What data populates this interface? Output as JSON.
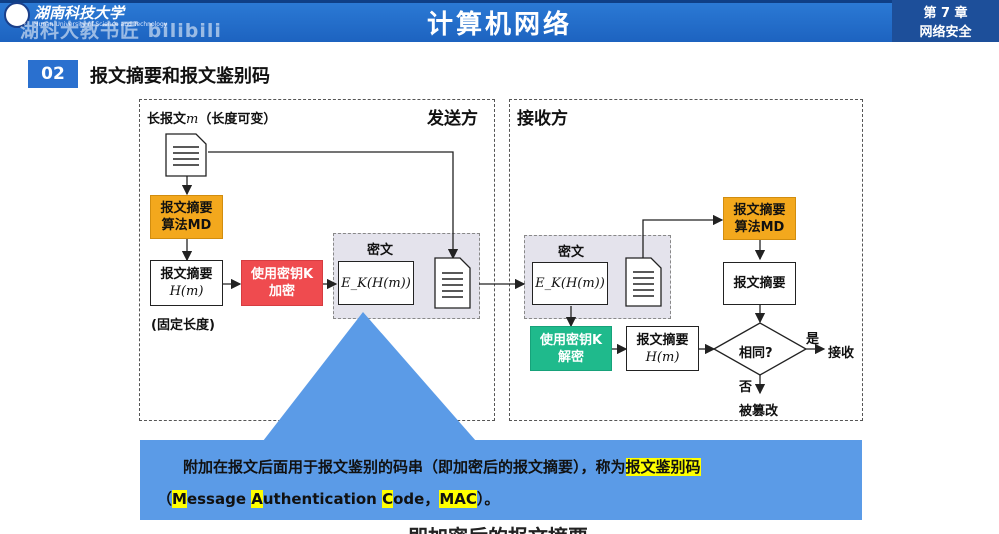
{
  "header": {
    "title": "计算机网络",
    "logo_text": "湖南科技大学",
    "logo_subtext": "Hunan University of Science and Technology",
    "watermark": "湖科大教书匠  bilibili",
    "chapter": "第 7 章",
    "chapter_name": "网络安全"
  },
  "section": {
    "number": "02",
    "title": "报文摘要和报文鉴别码"
  },
  "sender": {
    "title": "发送方",
    "long_message": "长报文",
    "long_message_var": "m",
    "long_message_note": "（长度可变）",
    "md_line1": "报文摘要",
    "md_line2": "算法MD",
    "digest_line1": "报文摘要",
    "digest_math": "H(m)",
    "fixed_length": "(固定长度)",
    "encrypt_line1": "使用密钥K",
    "encrypt_line2": "加密",
    "cipher_label": "密文",
    "cipher_math": "E_K(H(m))"
  },
  "receiver": {
    "title": "接收方",
    "cipher_label": "密文",
    "cipher_math": "E_K(H(m))",
    "md_line1": "报文摘要",
    "md_line2": "算法MD",
    "digest_label": "报文摘要",
    "decrypt_line1": "使用密钥K",
    "decrypt_line2": "解密",
    "digest2_line1": "报文摘要",
    "digest2_math": "H(m)",
    "compare": "相同?",
    "yes": "是",
    "accept": "接收",
    "no": "否",
    "tampered": "被篡改"
  },
  "callout": {
    "line1": "附加在报文后面用于报文鉴别的码串（即加密后的报文摘要），称为",
    "term": "报文鉴别码",
    "line2_open": "（",
    "m": "M",
    "essage": "essage ",
    "a": "A",
    "uthentication": "uthentication ",
    "c": "C",
    "ode": "ode，",
    "mac": "MAC",
    "line2_close": "）。"
  },
  "subtitle": "即加密后的报文摘要",
  "colors": {
    "header": "#1d63c0",
    "orange": "#f3a81d",
    "red": "#ef4b4f",
    "green": "#1fba8c",
    "callout": "#5b9be7",
    "highlight": "#ffff00"
  }
}
